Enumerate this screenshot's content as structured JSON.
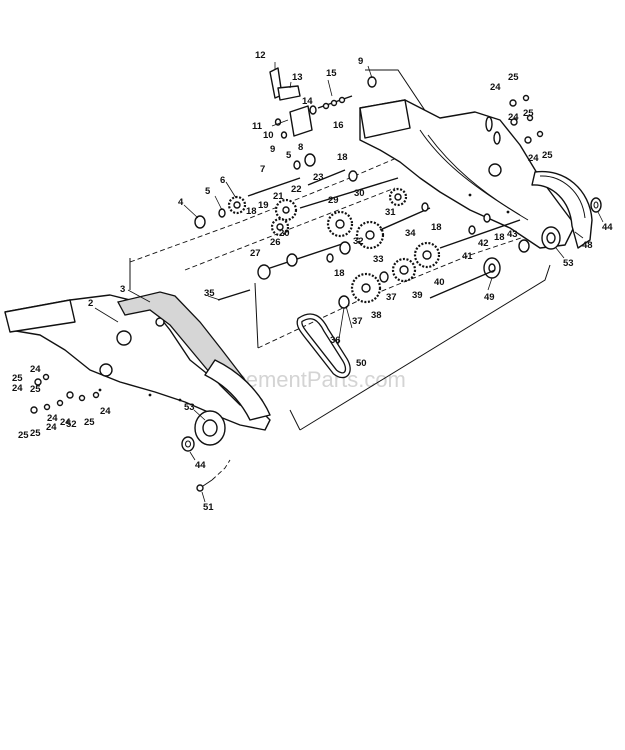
{
  "watermark": "eReplacementParts.com",
  "callouts": [
    {
      "id": "12",
      "text": "12"
    },
    {
      "id": "13",
      "text": "13"
    },
    {
      "id": "9a",
      "text": "9"
    },
    {
      "id": "15",
      "text": "15"
    },
    {
      "id": "14",
      "text": "14"
    },
    {
      "id": "16",
      "text": "16"
    },
    {
      "id": "11",
      "text": "11"
    },
    {
      "id": "10",
      "text": "10"
    },
    {
      "id": "9b",
      "text": "9"
    },
    {
      "id": "8",
      "text": "8"
    },
    {
      "id": "5a",
      "text": "5"
    },
    {
      "id": "7",
      "text": "7"
    },
    {
      "id": "18a",
      "text": "18"
    },
    {
      "id": "23",
      "text": "23"
    },
    {
      "id": "6",
      "text": "6"
    },
    {
      "id": "5b",
      "text": "5"
    },
    {
      "id": "4",
      "text": "4"
    },
    {
      "id": "22",
      "text": "22"
    },
    {
      "id": "21",
      "text": "21"
    },
    {
      "id": "29",
      "text": "29"
    },
    {
      "id": "30",
      "text": "30"
    },
    {
      "id": "19",
      "text": "19"
    },
    {
      "id": "18b",
      "text": "18"
    },
    {
      "id": "20",
      "text": "20"
    },
    {
      "id": "31",
      "text": "31"
    },
    {
      "id": "18c",
      "text": "18"
    },
    {
      "id": "26",
      "text": "26"
    },
    {
      "id": "27",
      "text": "27"
    },
    {
      "id": "32",
      "text": "32"
    },
    {
      "id": "33",
      "text": "33"
    },
    {
      "id": "34",
      "text": "34"
    },
    {
      "id": "18d",
      "text": "18"
    },
    {
      "id": "42",
      "text": "42"
    },
    {
      "id": "18e",
      "text": "18"
    },
    {
      "id": "43",
      "text": "43"
    },
    {
      "id": "41",
      "text": "41"
    },
    {
      "id": "40",
      "text": "40"
    },
    {
      "id": "39",
      "text": "39"
    },
    {
      "id": "37a",
      "text": "37"
    },
    {
      "id": "38",
      "text": "38"
    },
    {
      "id": "49",
      "text": "49"
    },
    {
      "id": "37b",
      "text": "37"
    },
    {
      "id": "36",
      "text": "36"
    },
    {
      "id": "50",
      "text": "50"
    },
    {
      "id": "35",
      "text": "35"
    },
    {
      "id": "3",
      "text": "3"
    },
    {
      "id": "2",
      "text": "2"
    },
    {
      "id": "24a",
      "text": "24"
    },
    {
      "id": "25a",
      "text": "25"
    },
    {
      "id": "24b",
      "text": "24"
    },
    {
      "id": "25b",
      "text": "25"
    },
    {
      "id": "24c",
      "text": "24"
    },
    {
      "id": "25c",
      "text": "25"
    },
    {
      "id": "24d",
      "text": "24"
    },
    {
      "id": "25d",
      "text": "25"
    },
    {
      "id": "24e",
      "text": "24"
    },
    {
      "id": "52",
      "text": "52"
    },
    {
      "id": "25e",
      "text": "25"
    },
    {
      "id": "24f",
      "text": "24"
    },
    {
      "id": "53a",
      "text": "53"
    },
    {
      "id": "44a",
      "text": "44"
    },
    {
      "id": "51",
      "text": "51"
    },
    {
      "id": "44b",
      "text": "44"
    },
    {
      "id": "48",
      "text": "48"
    },
    {
      "id": "53b",
      "text": "53"
    },
    {
      "id": "25f",
      "text": "25"
    },
    {
      "id": "24g",
      "text": "24"
    },
    {
      "id": "25g",
      "text": "25"
    },
    {
      "id": "24h",
      "text": "24"
    },
    {
      "id": "25h",
      "text": "25"
    },
    {
      "id": "24i",
      "text": "24"
    }
  ]
}
